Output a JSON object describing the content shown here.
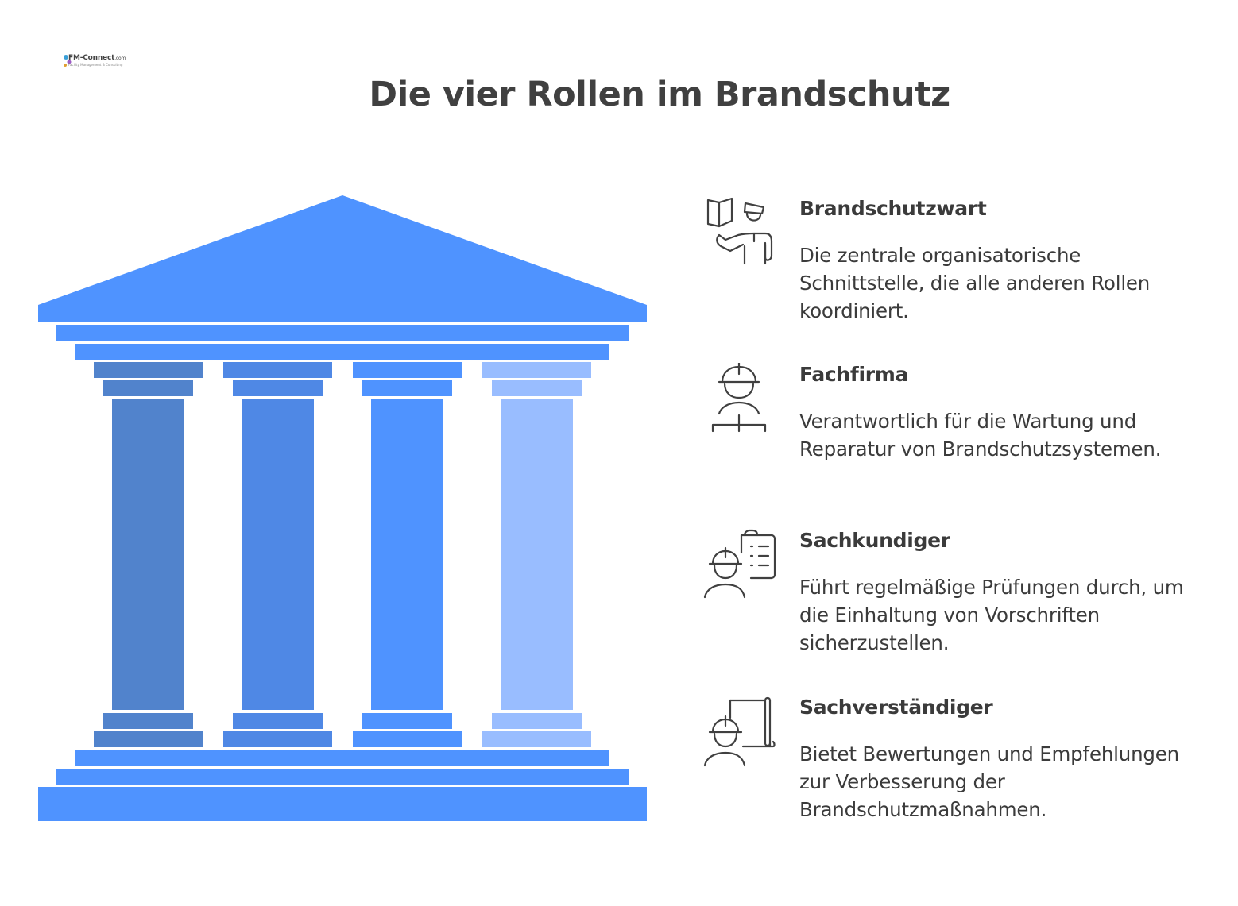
{
  "logo": {
    "text": "FM-Connect",
    "suffix": ".com",
    "tagline": "Facility Management & Consulting"
  },
  "title": "Die vier Rollen im Brandschutz",
  "colors": {
    "roof": "#4f93ff",
    "column_1": "#5183cc",
    "column_2": "#4f88e5",
    "column_3": "#4f93ff",
    "column_4": "#99bdff",
    "text": "#3b3b3b",
    "icon_stroke": "#404040"
  },
  "roles": [
    {
      "icon": "book-instructor-icon",
      "title": "Brandschutzwart",
      "desc": "Die zentrale organisatorische Schnittstelle, die alle anderen Rollen koordiniert."
    },
    {
      "icon": "hardhat-worker-icon",
      "title": "Fachfirma",
      "desc": "Verantwortlich für die Wartung und Reparatur von Brandschutzsystemen."
    },
    {
      "icon": "worker-clipboard-icon",
      "title": "Sachkundiger",
      "desc": "Führt regelmäßige Prüfungen durch, um die Einhaltung von Vorschriften sicherzustellen."
    },
    {
      "icon": "worker-blueprint-icon",
      "title": "Sachverständiger",
      "desc": "Bietet Bewertungen und Empfehlungen zur Verbesserung der Brandschutzmaßnahmen."
    }
  ]
}
